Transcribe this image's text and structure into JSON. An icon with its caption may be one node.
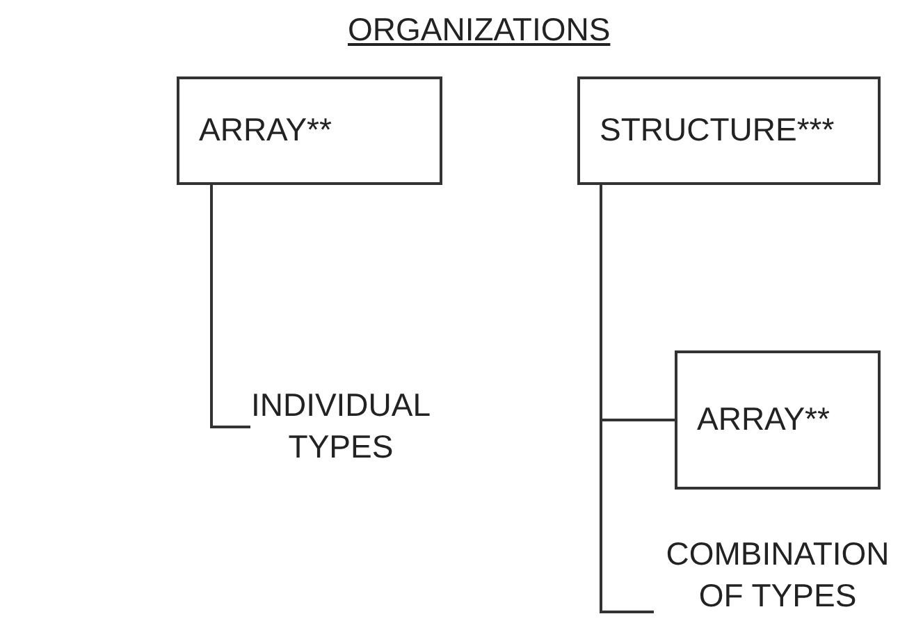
{
  "diagram": {
    "title": "ORGANIZATIONS",
    "nodes": [
      {
        "text": [
          "ARRAY**"
        ]
      },
      {
        "text": [
          "STRUCTURE***"
        ]
      },
      {
        "text": [
          "ARRAY**"
        ]
      },
      {
        "text": [
          "INDIVIDUAL TYPES"
        ]
      },
      {
        "text": [
          "COMBINATION OF TYPES"
        ]
      }
    ],
    "edges": [
      {
        "from": 0,
        "to": 3,
        "arrow": "none"
      },
      {
        "from": 1,
        "to": 2,
        "arrow": "none"
      },
      {
        "from": 1,
        "to": 4,
        "arrow": "none"
      }
    ]
  }
}
